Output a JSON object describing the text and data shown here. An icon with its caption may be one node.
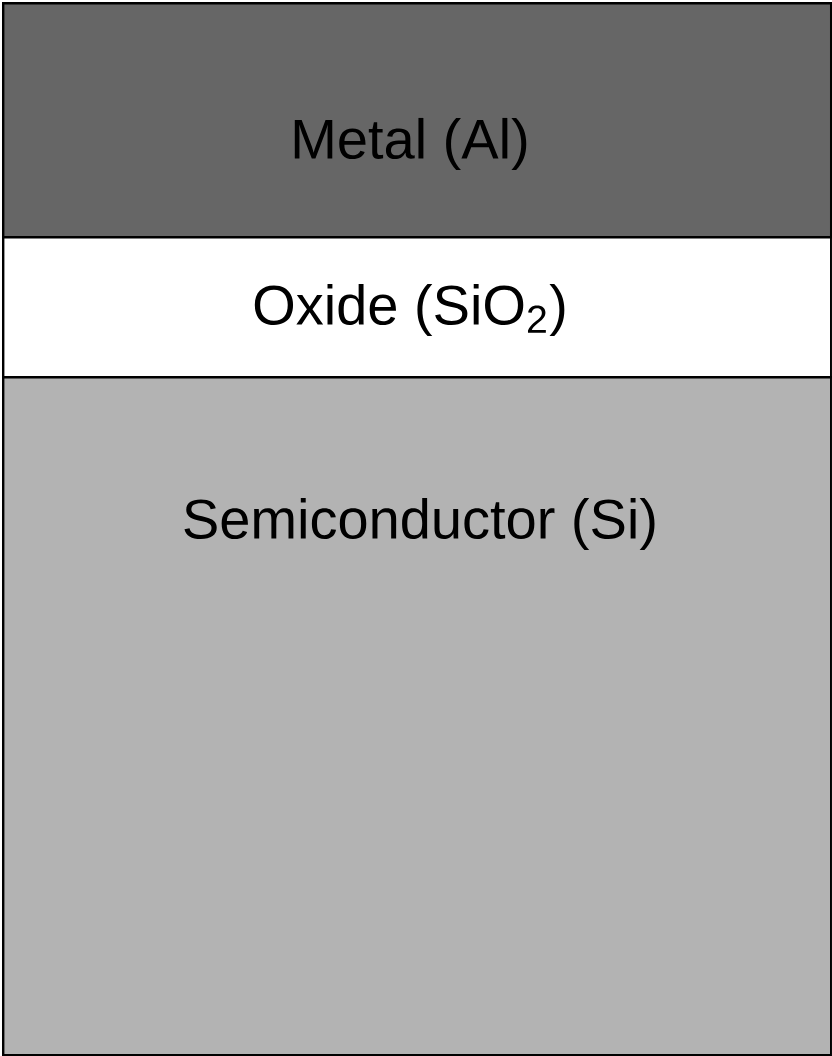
{
  "diagram": {
    "nodes": [
      {
        "text": [
          "Metal (Al)"
        ]
      },
      {
        "text": [
          "Oxide (SiO$_{2}$)"
        ]
      },
      {
        "text": [
          "Semiconductor (Si)"
        ]
      }
    ]
  }
}
